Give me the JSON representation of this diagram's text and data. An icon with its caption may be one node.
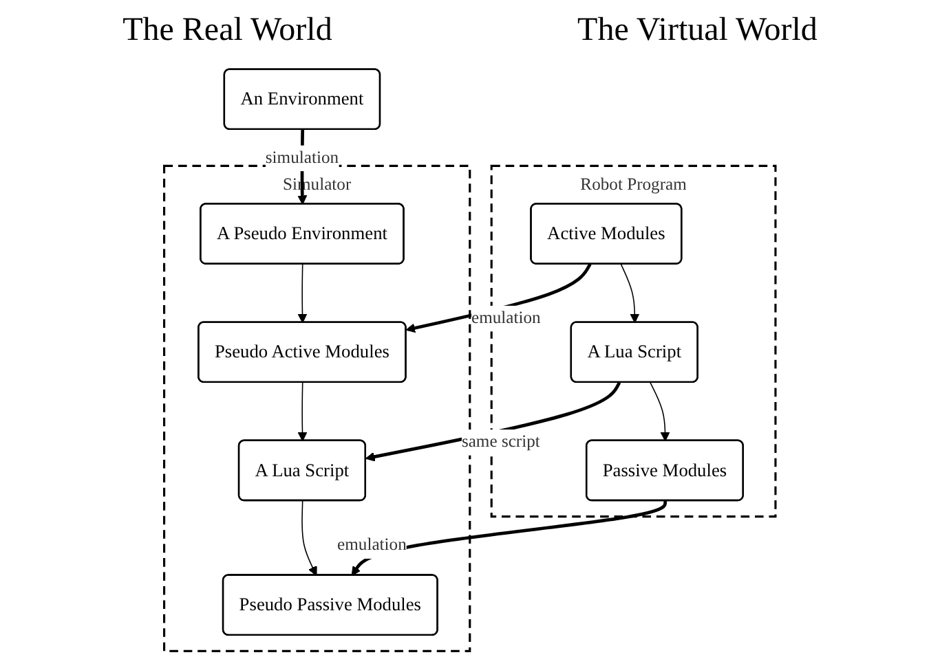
{
  "diagram": {
    "nodes": [
      {
        "text": [
          "An Environment"
        ]
      },
      {
        "text": [
          "Simulator"
        ]
      },
      {
        "text": [
          "A Pseudo Environment"
        ],
        "in": 1
      },
      {
        "text": [
          "Robot Program"
        ]
      },
      {
        "text": [
          "Active Modules"
        ],
        "in": 3
      },
      {
        "text": [
          "Pseudo Active Modules"
        ],
        "in": 1
      },
      {
        "text": [
          "A Lua Script"
        ],
        "in": 3
      },
      {
        "text": [
          "A Lua Script"
        ],
        "in": 1
      },
      {
        "text": [
          "Passive Modules"
        ],
        "in": 3
      },
      {
        "text": [
          "Pseudo Passive Modules"
        ],
        "in": 1
      }
    ],
    "edges": [
      {
        "from": 0,
        "to": 2,
        "arrow": "to",
        "label": "simulation",
        "style": "thick"
      },
      {
        "from": 2,
        "to": 5,
        "arrow": "to"
      },
      {
        "from": 4,
        "to": 5,
        "arrow": "to",
        "label": "emulation",
        "style": "thick"
      },
      {
        "from": 4,
        "to": 6,
        "arrow": "to"
      },
      {
        "from": 6,
        "to": 7,
        "arrow": "to",
        "label": "same script",
        "style": "thick"
      },
      {
        "from": 5,
        "to": 7,
        "arrow": "to"
      },
      {
        "from": 6,
        "to": 8,
        "arrow": "to"
      },
      {
        "from": 7,
        "to": 9,
        "arrow": "to"
      },
      {
        "from": 8,
        "to": 9,
        "arrow": "to",
        "label": "emulation",
        "style": "thick"
      }
    ],
    "labels": [
      "The Real World",
      "The Virtual World"
    ]
  }
}
